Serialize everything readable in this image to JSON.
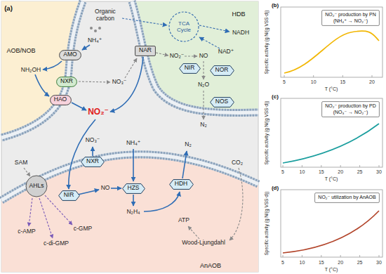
{
  "diagram": {
    "nodes": [
      {
        "text": [
          "AOB/NOB"
        ]
      },
      {
        "text": [
          "AMO"
        ],
        "in": 0
      },
      {
        "text": [
          "NXR"
        ],
        "in": 0
      },
      {
        "text": [
          "HAO"
        ],
        "in": 0
      },
      {
        "text": [
          "HDB"
        ]
      },
      {
        "text": [
          "TCA Cycle"
        ],
        "in": 4
      },
      {
        "text": [
          "NAR"
        ],
        "in": 4
      },
      {
        "text": [
          "NIR"
        ],
        "in": 4
      },
      {
        "text": [
          "NOR"
        ],
        "in": 4
      },
      {
        "text": [
          "NOS"
        ],
        "in": 4
      },
      {
        "text": [
          "AnAOB"
        ]
      },
      {
        "text": [
          "AHLs"
        ],
        "in": 10
      },
      {
        "text": [
          "NXR"
        ],
        "in": 10
      },
      {
        "text": [
          "NIR"
        ],
        "in": 10
      },
      {
        "text": [
          "HZS"
        ],
        "in": 10
      },
      {
        "text": [
          "HDH"
        ],
        "in": 10
      },
      {
        "text": [
          "NO₂⁻ production by PN",
          "(NH₄⁺ → NO₂⁻)"
        ]
      },
      {
        "text": [
          "NO₂⁻ production by PD",
          "(NO₃⁻ → NO₂⁻)"
        ]
      },
      {
        "text": [
          "NO₂⁻ utilization by AnAOB"
        ]
      }
    ],
    "labels": [
      "(a)",
      "Organic carbon",
      "NH₄⁺",
      "NH₂OH",
      "NO₃⁻",
      "NO₂⁻",
      "NADH",
      "NAD⁺",
      "NO₂⁻",
      "NO",
      "N₂O",
      "N₂",
      "NO₃⁻",
      "NH₄⁺",
      "N₂",
      "CO₂",
      "SAM",
      "NO",
      "N₂H₄",
      "ATP",
      "c-AMP",
      "c-GMP",
      "c-di-GMP",
      "Wood-Ljungdahl",
      "(b)",
      "Specific activity (g N/(g VSS·d))",
      "5",
      "10",
      "15",
      "20",
      "T (°C)",
      "(c)",
      "Specific activity (g N/(g VSS·d))",
      "5",
      "10",
      "15",
      "20",
      "25",
      "30",
      "T (°C)",
      "(d)",
      "Specific activity (g N/(g VSS·d))",
      "5",
      "10",
      "15",
      "20",
      "25",
      "30",
      "T (°C)"
    ]
  }
}
